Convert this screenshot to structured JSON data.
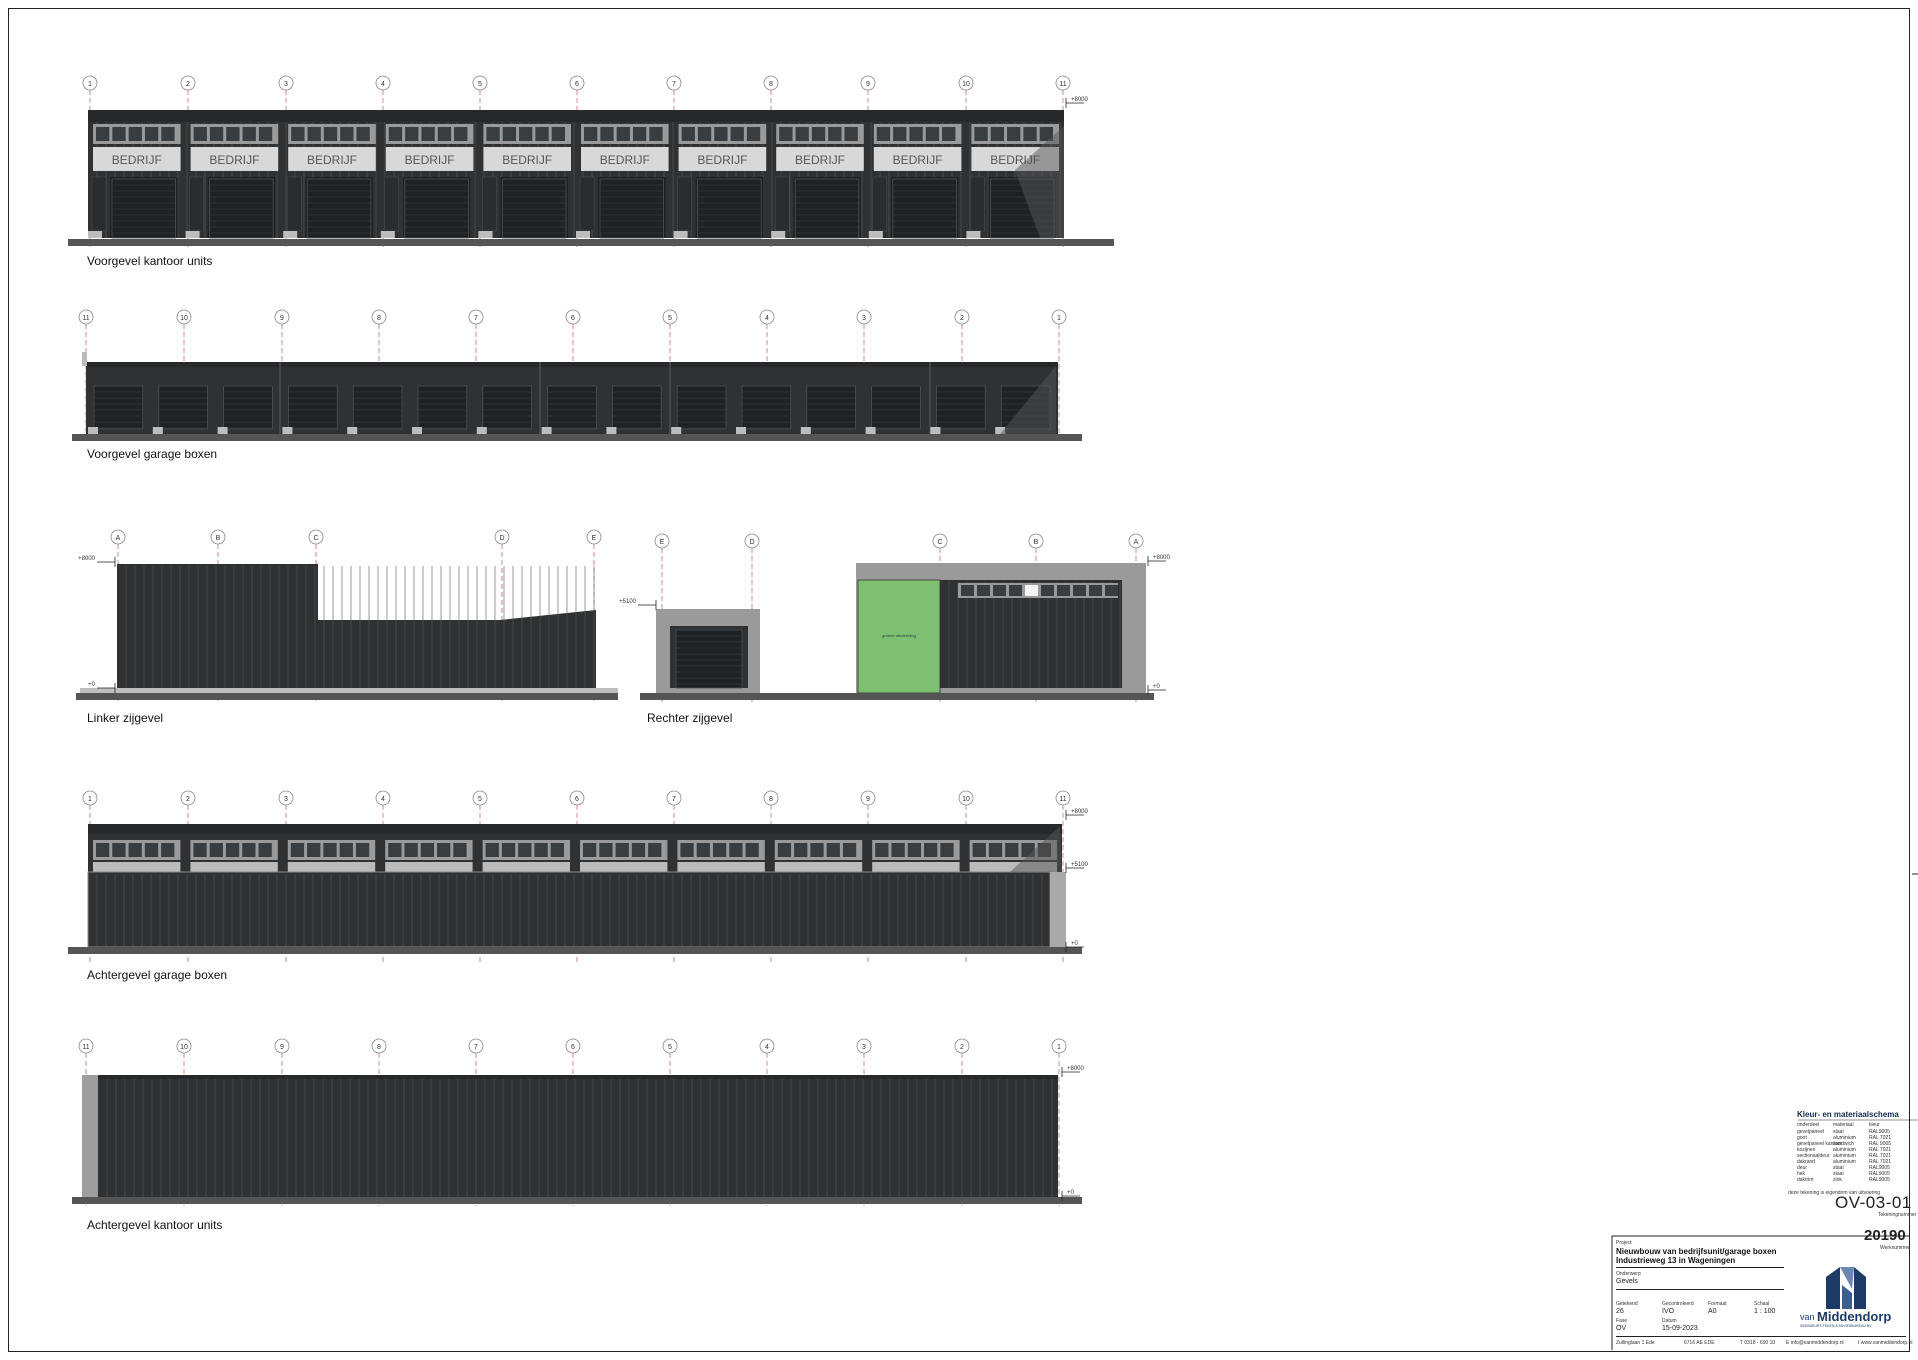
{
  "elevations": {
    "front_offices": {
      "label": "Voorgevel kantoor units",
      "axes": [
        "1",
        "2",
        "3",
        "4",
        "5",
        "6",
        "7",
        "8",
        "9",
        "10",
        "11"
      ],
      "sign": "BEDRIJF",
      "level_top": "+8000"
    },
    "front_garages": {
      "label": "Voorgevel garage boxen",
      "axes": [
        "11",
        "10",
        "9",
        "8",
        "7",
        "6",
        "5",
        "4",
        "3",
        "2",
        "1"
      ]
    },
    "left_side": {
      "label": "Linker zijgevel",
      "axes": [
        "A",
        "B",
        "C",
        "D",
        "E"
      ],
      "level_top": "+8000",
      "level_zero": "+0"
    },
    "right_side": {
      "label": "Rechter zijgevel",
      "axes": [
        "E",
        "D",
        "C",
        "B",
        "A"
      ],
      "level_top": "+8000",
      "level_low": "+5100",
      "level_zero": "+0",
      "green_panel_text": "groene afscheiding"
    },
    "rear_garages": {
      "label": "Achtergevel garage boxen",
      "axes": [
        "1",
        "2",
        "3",
        "4",
        "5",
        "6",
        "7",
        "8",
        "9",
        "10",
        "11"
      ],
      "level_top": "+8000",
      "level_mid": "+5100",
      "level_zero": "+0"
    },
    "rear_offices": {
      "label": "Achtergevel kantoor units",
      "axes": [
        "11",
        "10",
        "9",
        "8",
        "7",
        "6",
        "5",
        "4",
        "3",
        "2",
        "1"
      ],
      "level_top": "+8000",
      "level_zero": "+0"
    }
  },
  "title_block": {
    "schema_title": "Kleur- en materiaalschema",
    "schema_cols": [
      "onderdeel",
      "materiaal",
      "kleur"
    ],
    "schema_rows": [
      [
        "gevelpaneel",
        "staal",
        "RAL9005"
      ],
      [
        "goot",
        "aluminium",
        "RAL 7021"
      ],
      [
        "gevelpaneel kantoor",
        "sandwich",
        "RAL 9005"
      ],
      [
        "kozijnen",
        "aluminium",
        "RAL 7021"
      ],
      [
        "sectionaaldeur",
        "aluminium",
        "RAL 7021"
      ],
      [
        "dakrand",
        "aluminium",
        "RAL 7021"
      ],
      [
        "deur",
        "staal",
        "RAL9005"
      ],
      [
        "hek",
        "staal",
        "RAL9005"
      ],
      [
        "daktrim",
        "zink",
        "RAL9005"
      ]
    ],
    "note": "deze tekening is eigendom van uitvoering",
    "drawing_number": "OV-03-01",
    "drawing_number_label": "Tekeningnummer",
    "project_number": "20190",
    "project_number_label": "Werknummer",
    "project_label": "Project",
    "project_line1": "Nieuwbouw van bedrijfsunit/garage boxen",
    "project_line2": "Industrieweg 13 in Wageningen",
    "subject_label": "Onderwerp",
    "subject": "Gevels",
    "fields": [
      {
        "label": "Getekend",
        "value": "26"
      },
      {
        "label": "Gecontroleerd",
        "value": "IVO"
      },
      {
        "label": "Formaat",
        "value": "A0"
      },
      {
        "label": "Schaal",
        "value": "1 : 100"
      },
      {
        "label": "Fase",
        "value": "OV"
      },
      {
        "label": "Datum",
        "value": "15-09-2023"
      }
    ],
    "logo_text_1": "van",
    "logo_text_2": "Middendorp",
    "logo_sub": "INGENIEURS TEKEN & ADVIESBUREAU BV",
    "footer": [
      "Zuilinglaan 1 Ede",
      "6716 AE EDE",
      "T 0318 - 690 10",
      "E info@vanmiddendorp.nl",
      "I www.vanmiddendorp.nl"
    ]
  },
  "colors": {
    "panel": "#2f3133",
    "panel_line": "#55585b",
    "roof": "#262829",
    "frame": "#9a9a9a",
    "sign": "#d8d8d8",
    "ground": "#555",
    "green": "#7fbf72",
    "axis_line": "#d48a8a",
    "brand": "#1d3b66"
  }
}
